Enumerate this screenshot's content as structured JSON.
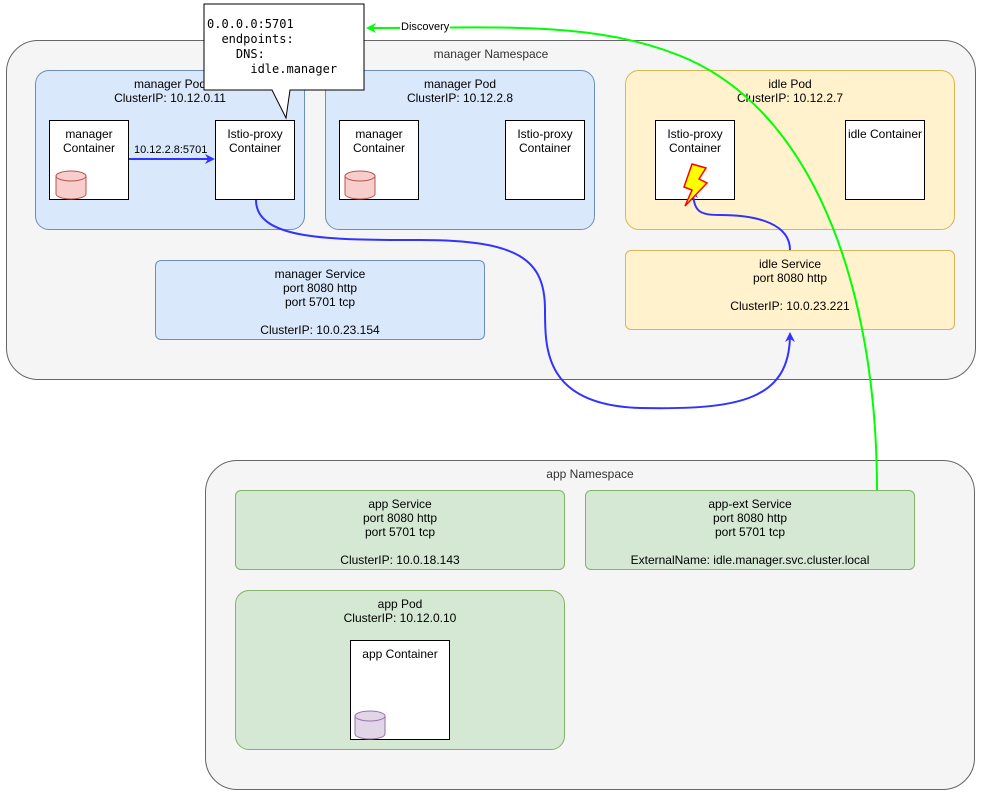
{
  "manager_namespace": {
    "title": "manager Namespace",
    "pod1": {
      "title": "manager Pod\nClusterIP: 10.12.0.11",
      "container_a": "manager\nContainer",
      "container_b": "Istio-proxy\nContainer"
    },
    "pod2": {
      "title": "manager Pod\nClusterIP: 10.12.2.8",
      "container_a": "manager\nContainer",
      "container_b": "Istio-proxy\nContainer"
    },
    "idle_pod": {
      "title": "idle Pod\nClusterIP: 10.12.2.7",
      "container_a": "Istio-proxy\nContainer",
      "container_b": "idle Container"
    },
    "manager_service": "manager Service\nport 8080 http\nport 5701 tcp\n\nClusterIP: 10.0.23.154",
    "idle_service": "idle Service\nport 8080 http\n\nClusterIP: 10.0.23.221"
  },
  "app_namespace": {
    "title": "app Namespace",
    "app_service": "app Service\nport 8080 http\nport 5701 tcp\n\nClusterIP: 10.0.18.143",
    "app_ext_service": "app-ext Service\nport 8080 http\nport 5701 tcp\n\nExternalName: idle.manager.svc.cluster.local",
    "app_pod": {
      "title": "app Pod\nClusterIP: 10.12.0.10",
      "container": "app Container"
    }
  },
  "callout": "0.0.0.0:5701\n  endpoints:\n    DNS:\n      idle.manager",
  "edges": {
    "internal_arrow_label": "10.12.2.8:5701",
    "discovery_label": "Discovery"
  },
  "colors": {
    "traffic_arrow": "#3333ff",
    "discovery_arrow": "#00ff00",
    "database_red": "#f8cecc",
    "database_purple": "#e1d5e7"
  }
}
